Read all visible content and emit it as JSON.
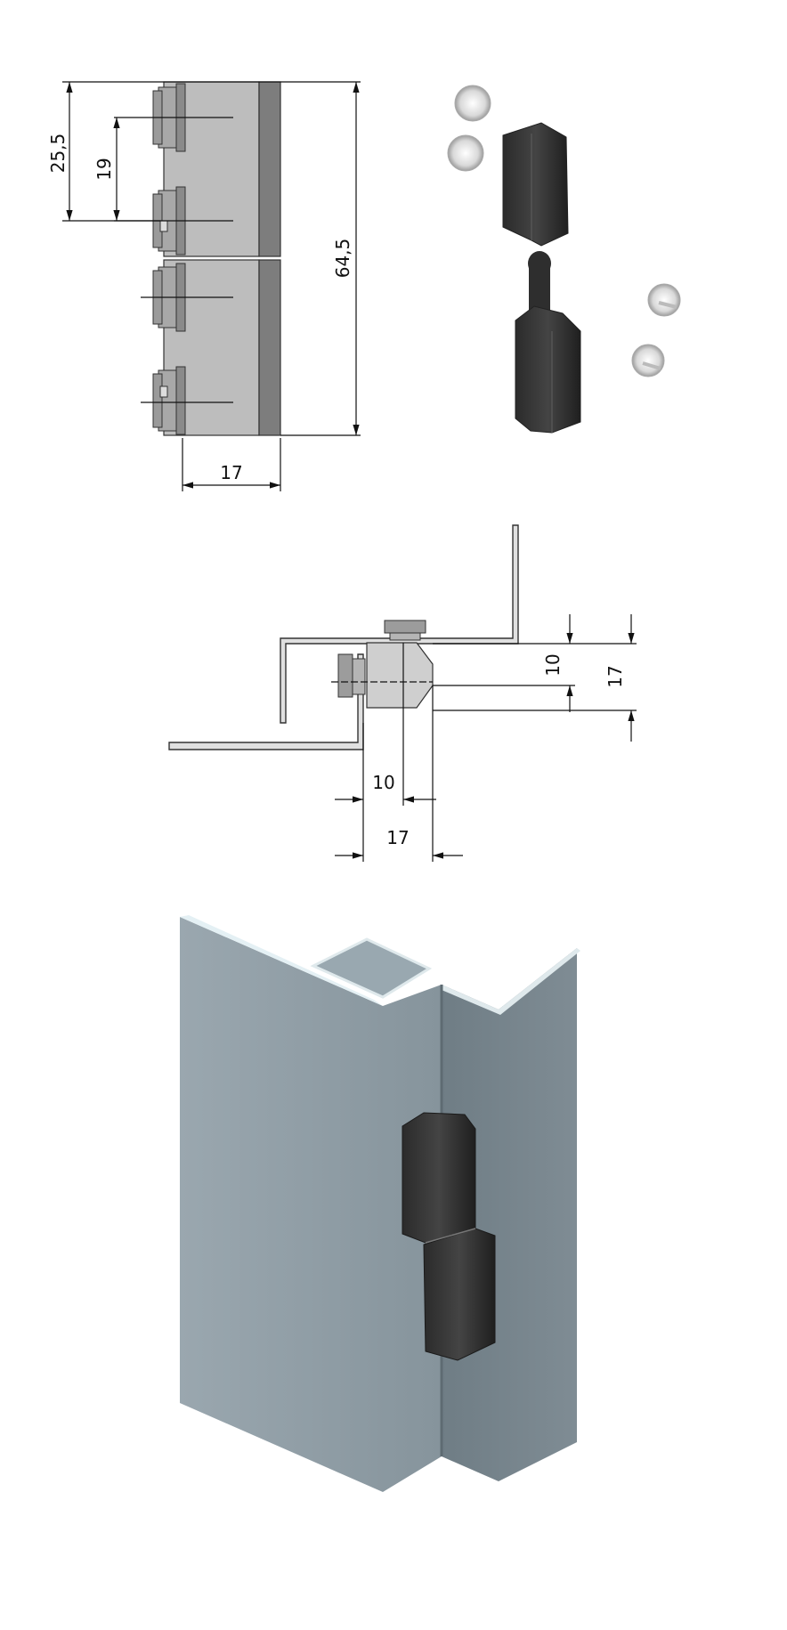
{
  "top_view": {
    "height_dim": "64,5",
    "offset_dim": "25,5",
    "pitch_dim": "19",
    "width_dim": "17"
  },
  "section_view": {
    "pin_height_dim": "10",
    "total_height_dim": "17",
    "pin_width_dim": "10",
    "total_width_dim": "17"
  },
  "colors": {
    "hinge_grey": "#bdbdbd",
    "hinge_dark": "#7a7a7a",
    "plastic_black": "#3a3a3a",
    "profile_steel": "#8d9aa2"
  },
  "icons": [
    "washer-icon",
    "hinge-leaf-icon",
    "hinge-pin-leaf-icon"
  ]
}
